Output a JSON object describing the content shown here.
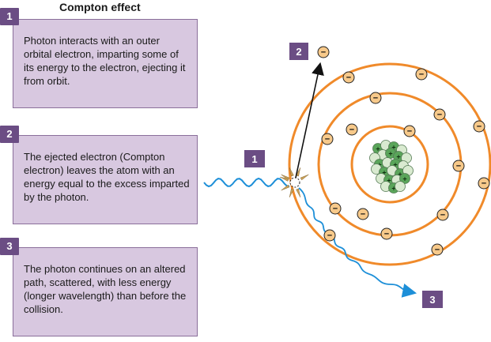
{
  "title": "Compton effect",
  "steps": [
    {
      "number": "1",
      "text": "Photon interacts with an outer orbital electron, imparting some of its energy to the electron, ejecting it from orbit."
    },
    {
      "number": "2",
      "text": "The ejected electron (Compton electron) leaves the atom with an energy equal to the excess imparted by the photon."
    },
    {
      "number": "3",
      "text": "The photon continues on an altered path, scattered, with less energy (longer wavelength) than before the collision."
    }
  ],
  "diagram_labels": {
    "interaction": "1",
    "ejected_electron": "2",
    "scattered_photon": "3"
  },
  "symbols": {
    "electron": "−",
    "proton": "+"
  },
  "colors": {
    "orbit": "#f08a2a",
    "electron_fill": "#f7c98a",
    "nucleus_proton": "#5aa55a",
    "nucleus_neutron": "#d9ead0",
    "photon": "#1d8fd8",
    "box_fill": "#d8c8e0",
    "badge": "#6b4d84"
  }
}
